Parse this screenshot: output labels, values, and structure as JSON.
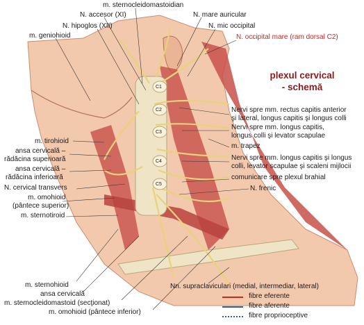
{
  "title": {
    "line1": "plexul cervical",
    "line2": "- schemă"
  },
  "labels": {
    "sternocleidomastoidian": "m. sternocleidomastoidian",
    "accesor": "N. accesor (XI)",
    "mare_auricular": "N. mare auricular",
    "hipoglos": "N. hipoglos (XII)",
    "mic_occipital": "N. mic occipital",
    "geniohioid": "m. geniohioid",
    "occipital_mare": "N. occipital mare (ram dorsal C2)",
    "rectus_1": "Nervi spre mm. rectus capitis anterior",
    "rectus_2": "şi lateral, longus capitis şi longus colli",
    "longus_1": "Nervi spre mm. longus capitis,",
    "longus_2": "longus colli şi levator scapulae",
    "trapez": "m. trapez",
    "scaleni_1": "Nervi spre mm. longus capitis şi longus",
    "scaleni_2": "colli, levator scapulae şi scaleni mijlocii",
    "brahial": "comunicare spre plexul brahial",
    "frenic": "N. frenic",
    "tirohioid": "m. tirohioid",
    "ansa_sup_1": "ansa cervicală –",
    "ansa_sup_2": "rădăcina superioară",
    "ansa_inf_1": "ansa cervicală –",
    "ansa_inf_2": "rădăcina inferioară",
    "transvers": "N. cervical transvers",
    "omohioid_1": "m. omohioid",
    "omohioid_2": "(pântece superior)",
    "sternotiroid": "m. sternotiroid",
    "sternohioid": "m. sternohioid",
    "ansa": "ansa cervicală",
    "scm_sectionat": "m. sternocleidomastoid (secţionat)",
    "omohioid_inf": "m. omohioid (pântece inferior)",
    "supraclaviculari": "Nn. supraclaviculari (medial, intermediar, lateral)"
  },
  "vertebra_labels": [
    "C1",
    "C2",
    "C3",
    "C4",
    "C5"
  ],
  "legend": [
    {
      "label": "fibre eferente",
      "color": "#d0241c",
      "style": "solid"
    },
    {
      "label": "fibre aferente",
      "color": "#2a5db0",
      "style": "solid"
    },
    {
      "label": "fibre proprioceptive",
      "color": "#2a5db0",
      "style": "dotted"
    }
  ],
  "colors": {
    "title": "#8b1a1a",
    "accent_red": "#d0241c",
    "muscle": "#c8504a",
    "skin": "#f3c9ad",
    "bone": "#efe4c6",
    "nerve": "#f2e6a6"
  }
}
